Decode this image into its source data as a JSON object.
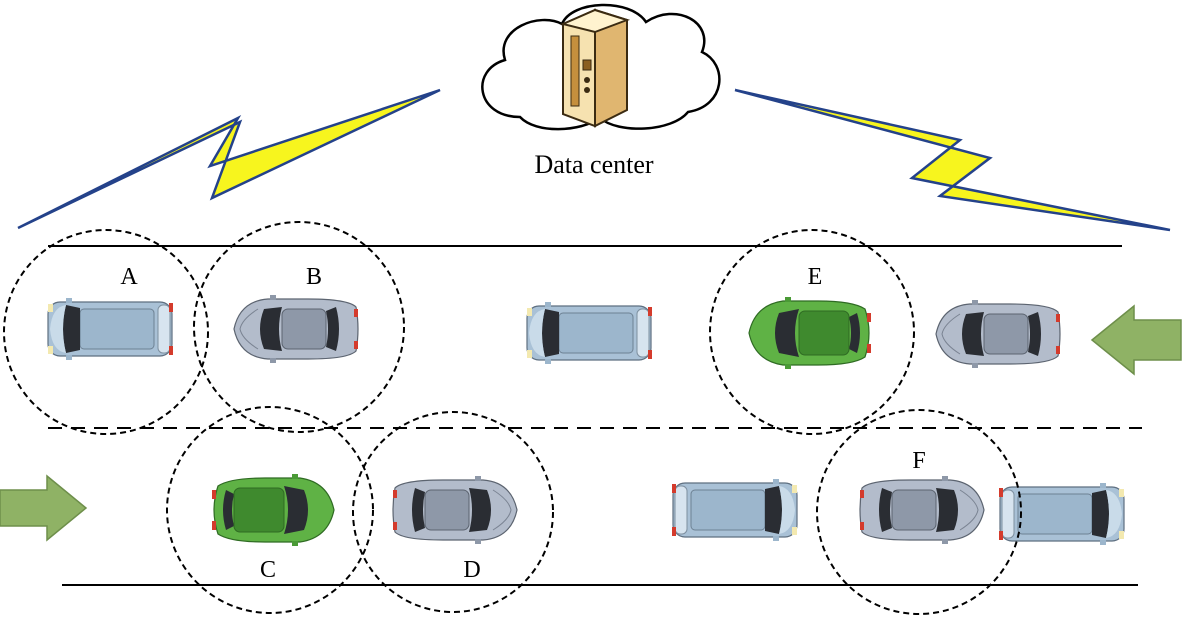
{
  "data_center": {
    "label": "Data center",
    "icon": "server-icon"
  },
  "nodes": [
    {
      "id": "A",
      "label": "A",
      "vehicle": "van",
      "body_color": "#a9c1d6"
    },
    {
      "id": "B",
      "label": "B",
      "vehicle": "sedan",
      "body_color": "#b3bccb"
    },
    {
      "id": "C",
      "label": "C",
      "vehicle": "hatchback",
      "body_color": "#5fb245"
    },
    {
      "id": "D",
      "label": "D",
      "vehicle": "sedan",
      "body_color": "#b3bccb"
    },
    {
      "id": "E",
      "label": "E",
      "vehicle": "hatchback",
      "body_color": "#5fb245"
    },
    {
      "id": "F",
      "label": "F",
      "vehicle": "sedan",
      "body_color": "#b3bccb"
    }
  ],
  "colors": {
    "lightning_fill": "#f7f51e",
    "lightning_stroke": "#24428a",
    "arrow_fill": "#8fb265",
    "arrow_stroke": "#6e8f4b",
    "van_body": "#a9c1d6",
    "sedan_body": "#b3bccb",
    "green_body": "#5fb245"
  },
  "traffic": {
    "upper_lane_direction": "left",
    "lower_lane_direction": "right"
  }
}
